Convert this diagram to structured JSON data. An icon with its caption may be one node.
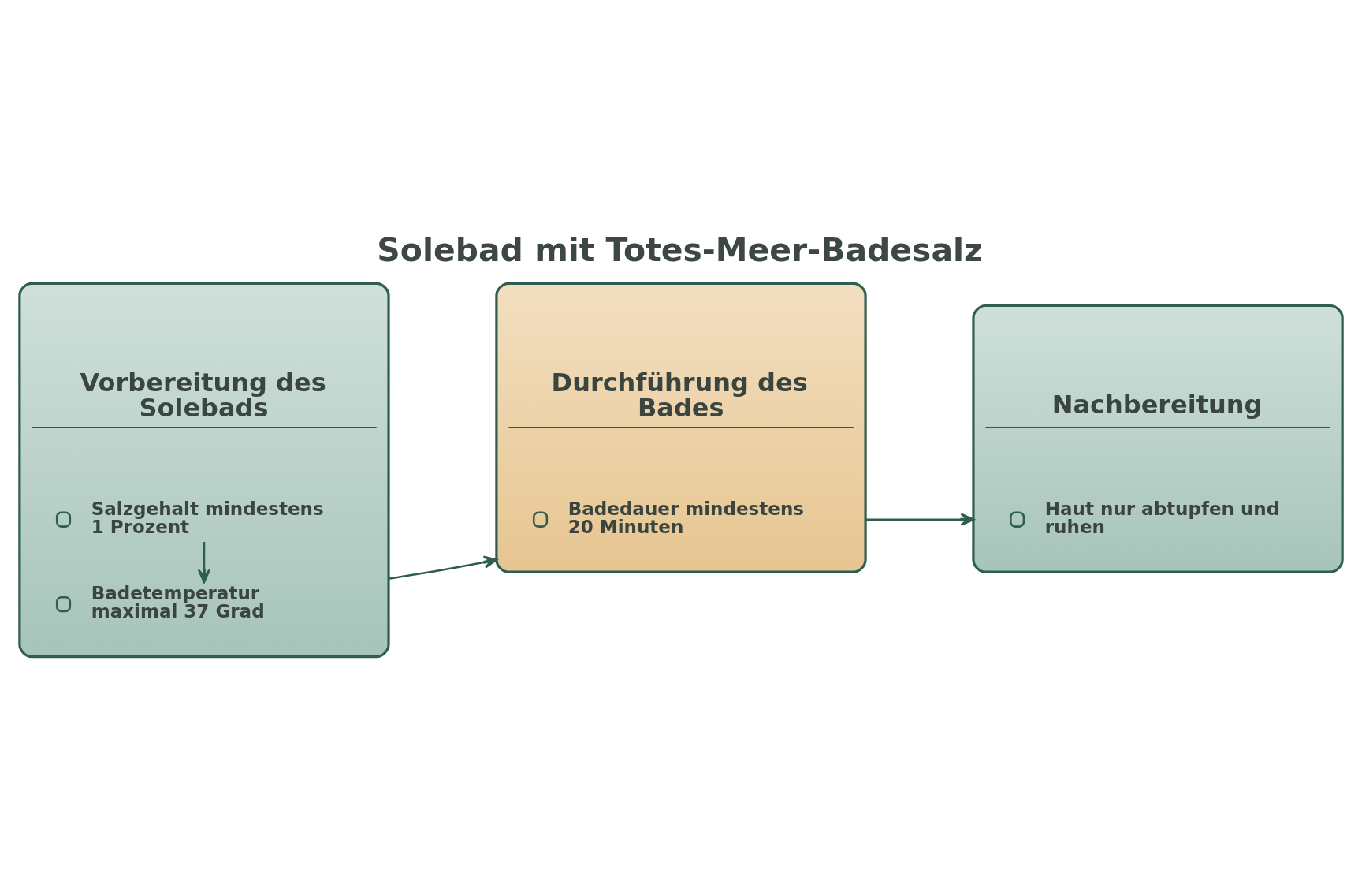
{
  "diagram": {
    "title": "Solebad mit Totes-Meer-Badesalz",
    "nodes": [
      {
        "text": [
          "Vorbereitung des Solebads"
        ]
      },
      {
        "text": [
          "Salzgehalt mindestens 1 Prozent"
        ],
        "in": 0
      },
      {
        "text": [
          "Badetemperatur maximal 37 Grad"
        ],
        "in": 0
      },
      {
        "text": [
          "Durchführung des Bades"
        ]
      },
      {
        "text": [
          "Badedauer mindestens 20 Minuten"
        ],
        "in": 3
      },
      {
        "text": [
          "Nachbereitung"
        ]
      },
      {
        "text": [
          "Haut nur abtupfen und ruhen"
        ],
        "in": 5
      }
    ],
    "edges": [
      {
        "from": 1,
        "to": 2,
        "arrow": "to"
      },
      {
        "from": 0,
        "to": 3,
        "arrow": "to"
      },
      {
        "from": 3,
        "to": 5,
        "arrow": "to"
      }
    ]
  }
}
